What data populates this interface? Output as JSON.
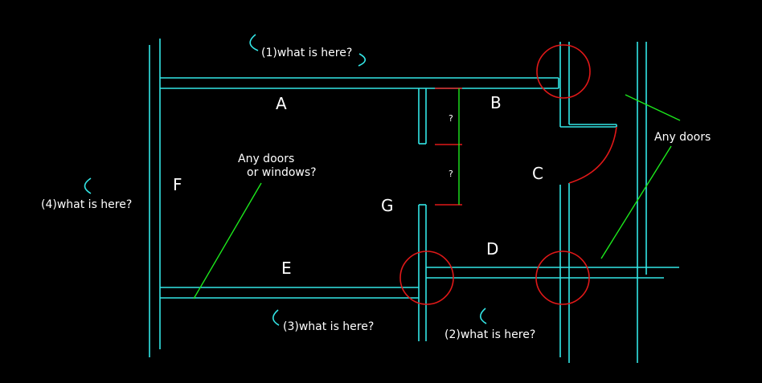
{
  "room_labels": {
    "a": "A",
    "b": "B",
    "c": "C",
    "d": "D",
    "e": "E",
    "f": "F",
    "g": "G"
  },
  "questions": {
    "q1": "(1)what is here?",
    "q2": "(2)what is here?",
    "q3": "(3)what is here?",
    "q4": "(4)what is here?"
  },
  "notes": {
    "doors_windows_line1": "Any doors",
    "doors_windows_line2": "or windows?",
    "any_doors": "Any doors",
    "door_mark_top": "?",
    "door_mark_bottom": "?"
  },
  "colors": {
    "wall": "#33e6e6",
    "highlight": "#e01818",
    "leader": "#1ce81c",
    "text": "#ffffff",
    "background": "#000000"
  }
}
